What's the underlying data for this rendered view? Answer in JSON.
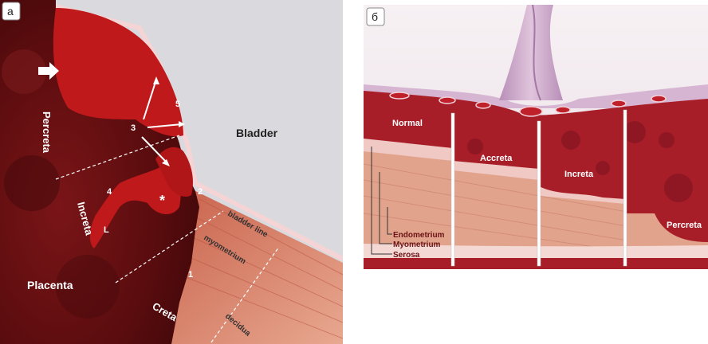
{
  "panel_a": {
    "tag": "а",
    "labels": {
      "percreta": "Percreta",
      "bladder": "Bladder",
      "increta": "Increta",
      "placenta": "Placenta",
      "creta": "Creta",
      "bladder_line": "bladder line",
      "myometrium": "myometrium",
      "decidua": "decidua",
      "num_1": "1",
      "num_2": "2",
      "num_3": "3",
      "num_4": "4",
      "num_5": "5",
      "letter_l": "L",
      "asterisk": "*"
    }
  },
  "panel_b": {
    "tag": "б",
    "labels": {
      "normal": "Normal",
      "accreta": "Accreta",
      "increta": "Increta",
      "percreta": "Percreta",
      "endometrium": "Endometrium",
      "myometrium": "Myometrium",
      "serosa": "Serosa"
    }
  },
  "colors": {
    "placenta_dark": "#5a0c0e",
    "blood_red": "#c0191c",
    "bladder_gray": "#d9d9de",
    "myometrium_peach": "#e0a088",
    "serosa_pink": "#f0c8c4",
    "vessel_lilac": "#c9a2c4"
  }
}
